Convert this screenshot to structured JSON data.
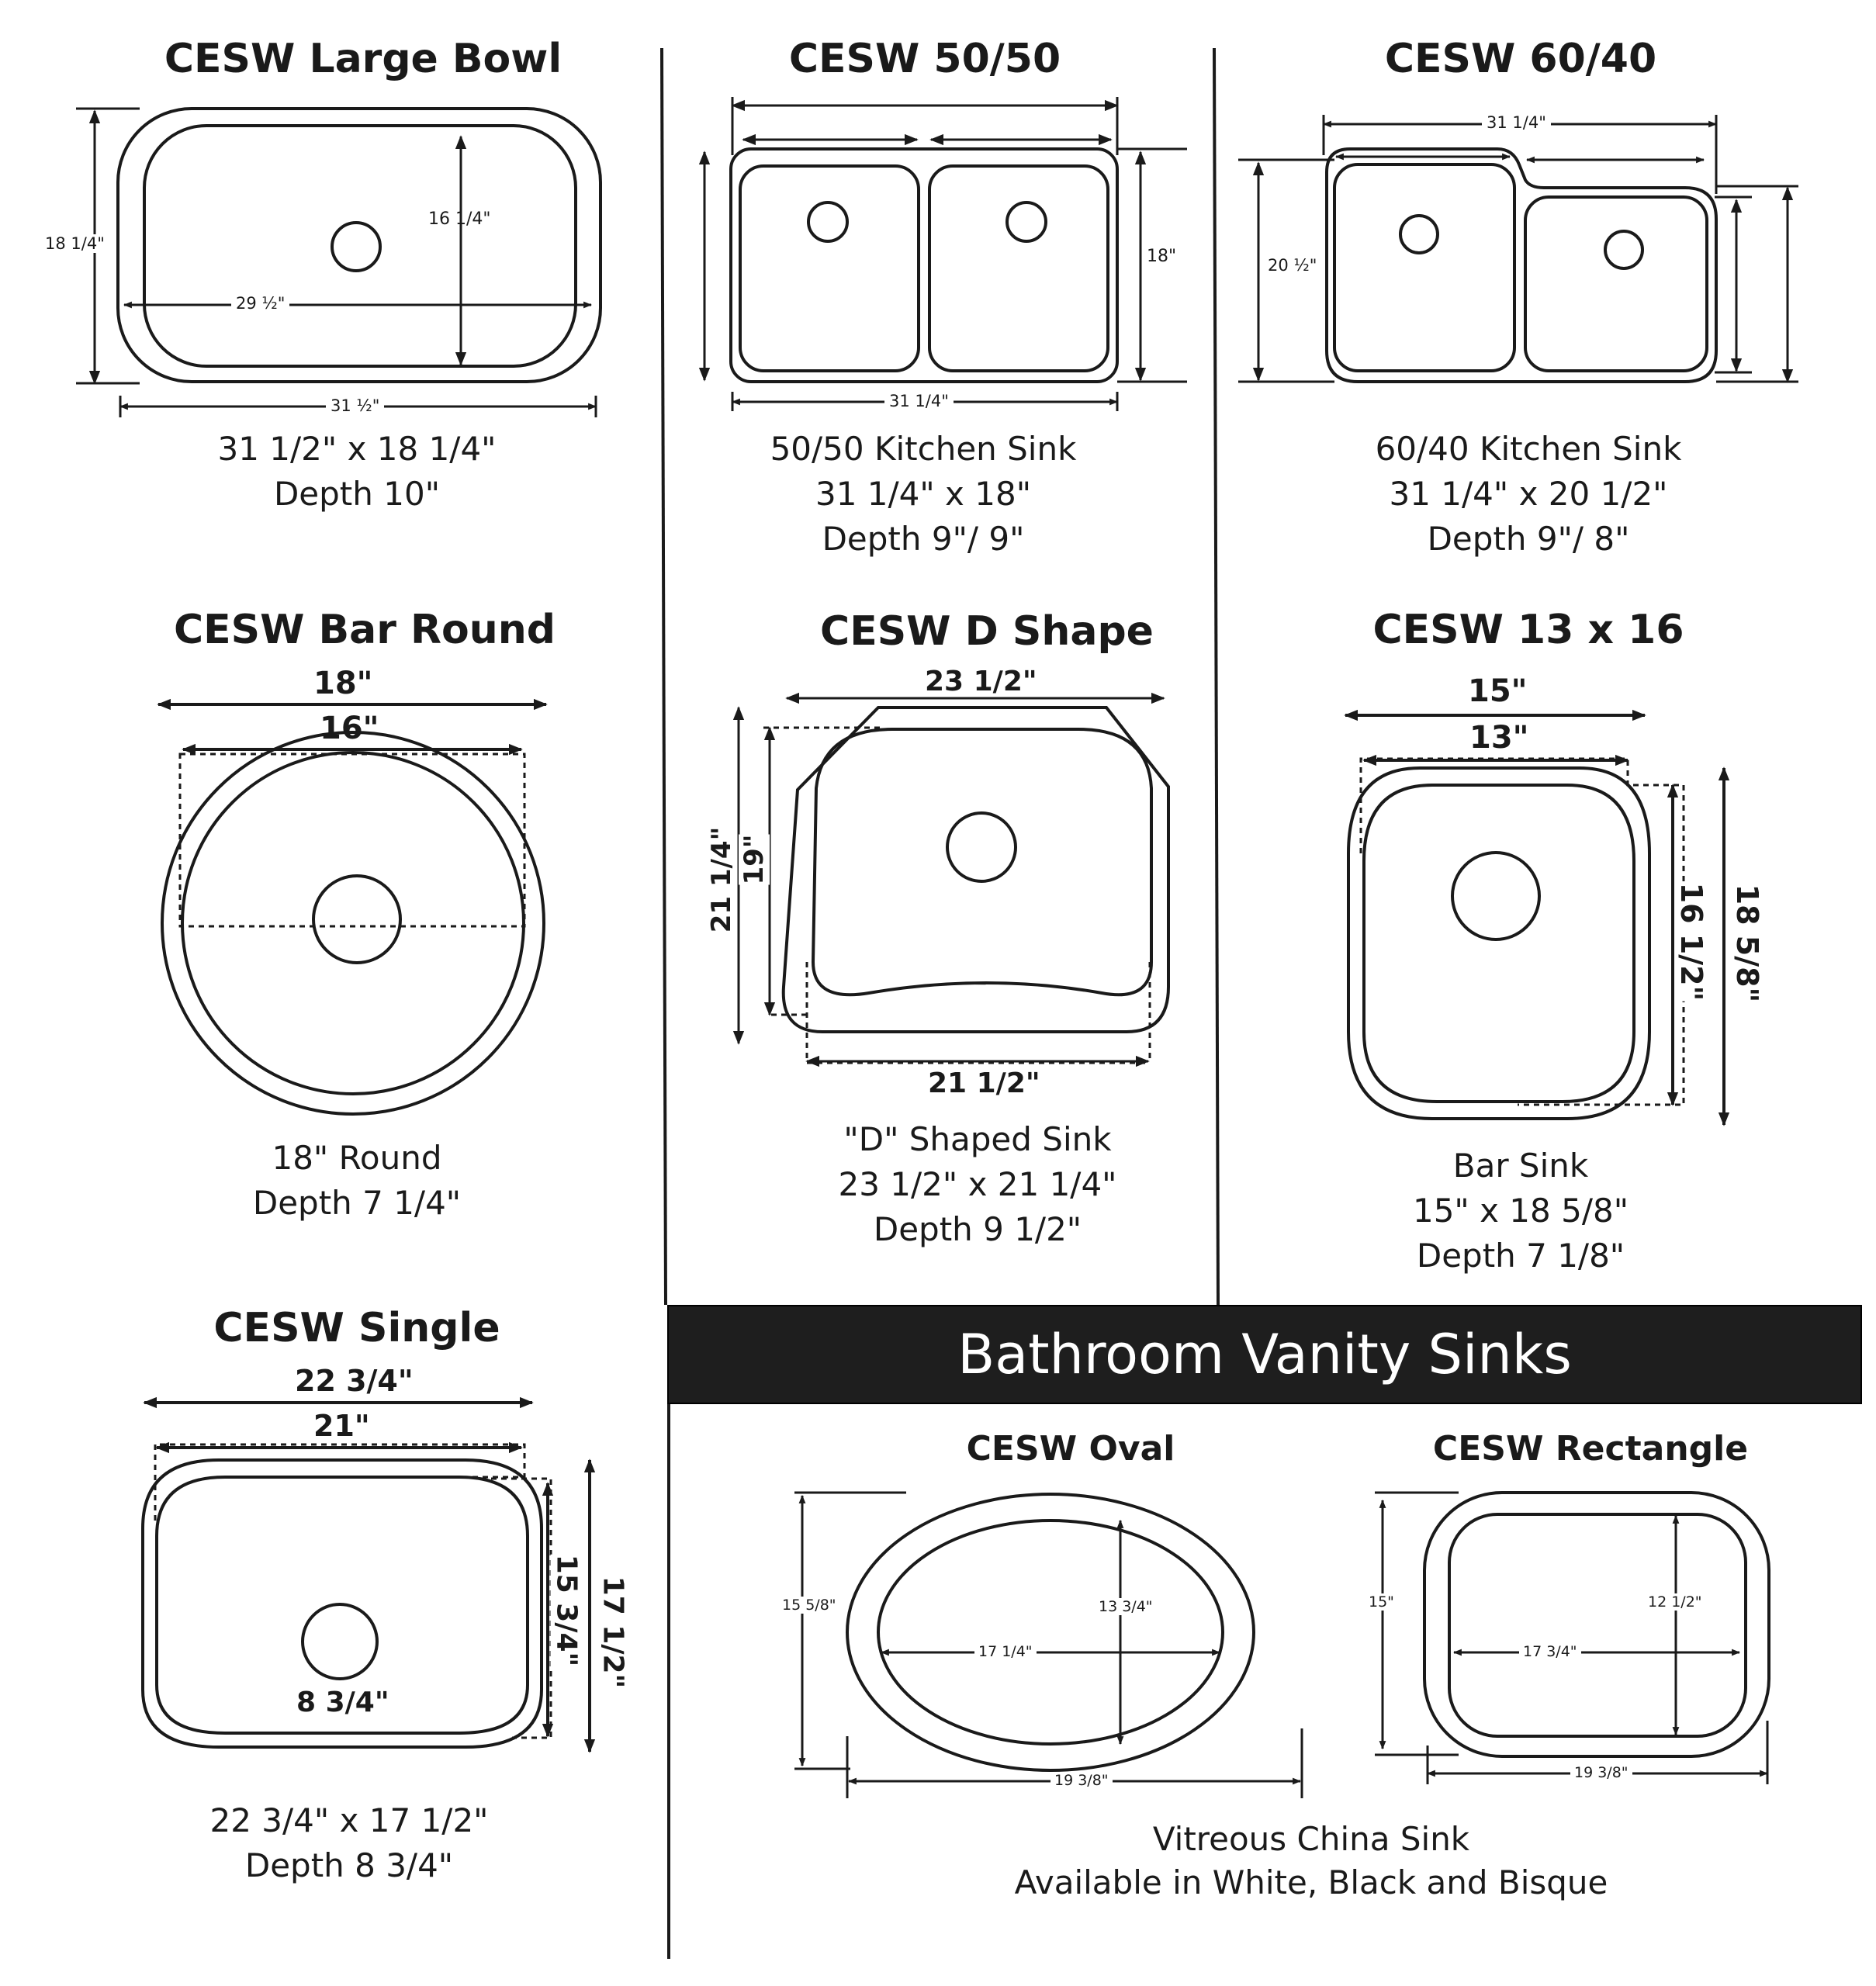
{
  "colors": {
    "ink": "#1a1a1a",
    "banner": "#1e1e1e",
    "banner_text": "#ffffff"
  },
  "large_bowl": {
    "title": "CESW Large Bowl",
    "dim_overall_height": "18 1/4\"",
    "dim_bowl_height": "16 1/4\"",
    "dim_bowl_width": "29 ½\"",
    "dim_overall_width": "31 ½\"",
    "caption_1": "31 1/2\" x 18 1/4\"",
    "caption_2": "Depth 10\""
  },
  "fifty_fifty": {
    "title": "CESW 50/50",
    "dim_height": "18\"",
    "dim_width": "31 1/4\"",
    "caption_1": "50/50 Kitchen Sink",
    "caption_2": "31 1/4\" x 18\"",
    "caption_3": "Depth 9\"/ 9\""
  },
  "sixty_forty": {
    "title": "CESW 60/40",
    "dim_width": "31 1/4\"",
    "dim_height": "20 ½\"",
    "caption_1": "60/40 Kitchen Sink",
    "caption_2": "31 1/4\" x 20 1/2\"",
    "caption_3": "Depth 9\"/ 8\""
  },
  "bar_round": {
    "title": "CESW Bar Round",
    "dim_outer": "18\"",
    "dim_inner": "16\"",
    "caption_1": "18\" Round",
    "caption_2": "Depth 7 1/4\""
  },
  "d_shape": {
    "title": "CESW D Shape",
    "dim_top": "23 1/2\"",
    "dim_outer_height": "21 1/4\"",
    "dim_inner_height": "19\"",
    "dim_bottom": "21 1/2\"",
    "caption_1": "\"D\" Shaped Sink",
    "caption_2": "23 1/2\" x 21 1/4\"",
    "caption_3": "Depth 9 1/2\""
  },
  "thirteen_sixteen": {
    "title": "CESW 13 x 16",
    "dim_outer_width": "15\"",
    "dim_inner_width": "13\"",
    "dim_inner_height": "16 1/2\"",
    "dim_outer_height": "18 5/8\"",
    "caption_1": "Bar Sink",
    "caption_2": "15\" x 18 5/8\"",
    "caption_3": "Depth 7 1/8\""
  },
  "single": {
    "title": "CESW Single",
    "dim_outer_width": "22 3/4\"",
    "dim_inner_width": "21\"",
    "dim_inner_height": "15 3/4\"",
    "dim_outer_height": "17 1/2\"",
    "dim_drain": "8 3/4\"",
    "caption_1": "22 3/4\" x 17 1/2\"",
    "caption_2": "Depth 8 3/4\""
  },
  "banner": {
    "text": "Bathroom Vanity Sinks"
  },
  "oval": {
    "title": "CESW Oval",
    "dim_outer_height": "15 5/8\"",
    "dim_inner_height": "13 3/4\"",
    "dim_inner_width": "17 1/4\"",
    "dim_outer_width": "19 3/8\""
  },
  "rectangle": {
    "title": "CESW Rectangle",
    "dim_outer_height": "15\"",
    "dim_inner_height": "12 1/2\"",
    "dim_inner_width": "17 3/4\"",
    "dim_outer_width": "19 3/8\""
  },
  "footer": {
    "line_1": "Vitreous China Sink",
    "line_2": "Available in White, Black and Bisque"
  }
}
